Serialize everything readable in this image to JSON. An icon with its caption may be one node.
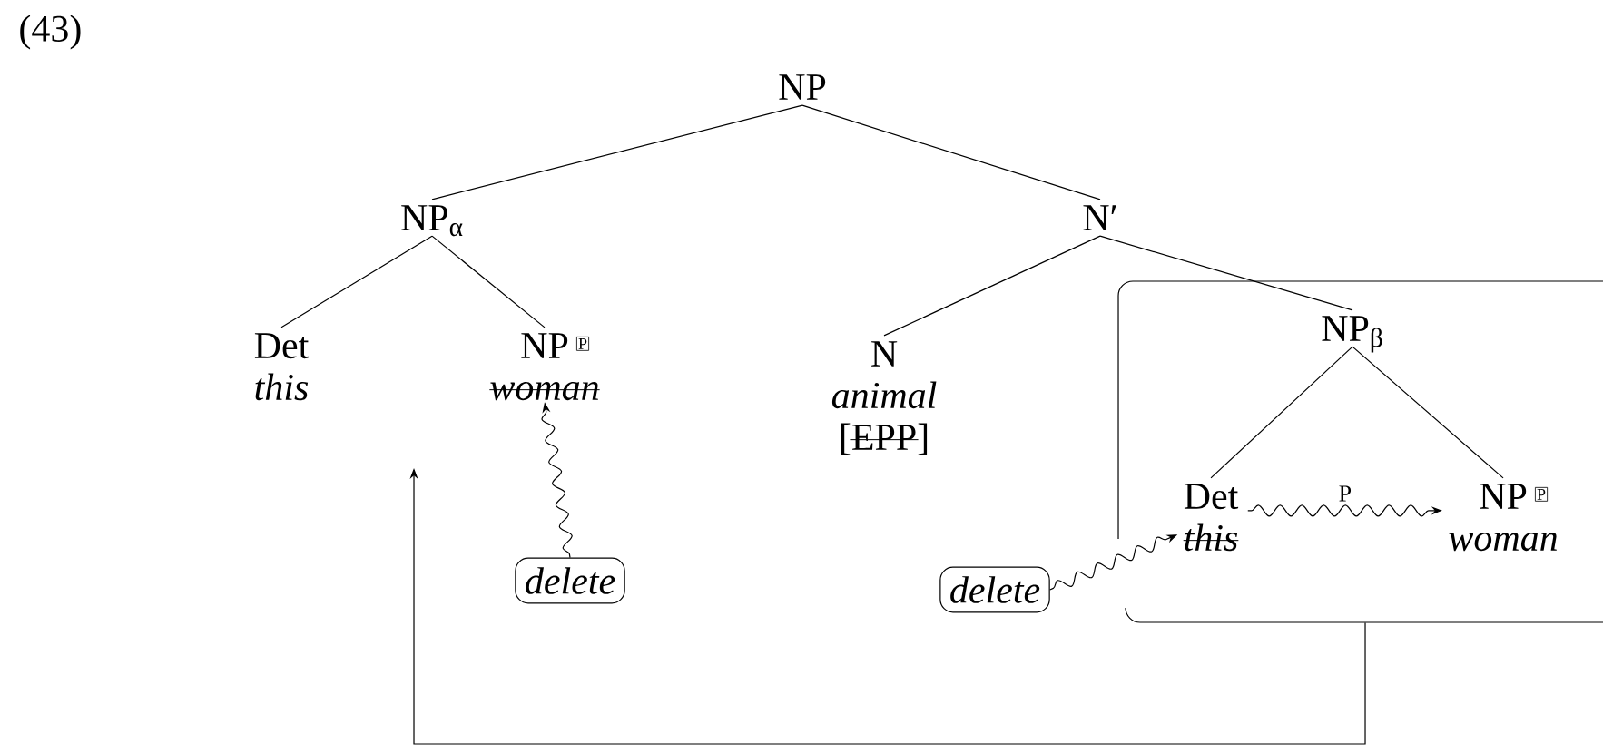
{
  "diagram": {
    "nodes": [
      {
        "text": [
          "NP"
        ]
      },
      {
        "text": [
          "NP$_{α}$"
        ]
      },
      {
        "text": [
          "N′"
        ]
      },
      {
        "text": [
          "Det",
          "this"
        ]
      },
      {
        "text": [
          "NP",
          "woman"
        ]
      },
      {
        "text": [
          "N",
          "animal",
          "[EPP]"
        ]
      },
      {
        "text": [],
        "shape": "box"
      },
      {
        "text": [
          "NP$_{β}$"
        ],
        "in": 6
      },
      {
        "text": [
          "Det",
          "this"
        ],
        "in": 6
      },
      {
        "text": [
          "NP",
          "woman"
        ],
        "in": 6
      },
      {
        "text": [
          "delete"
        ]
      },
      {
        "text": [
          "delete"
        ]
      }
    ],
    "edges": [
      {
        "from": 0,
        "to": 1,
        "arrow": "none"
      },
      {
        "from": 0,
        "to": 2,
        "arrow": "none"
      },
      {
        "from": 1,
        "to": 3,
        "arrow": "none"
      },
      {
        "from": 1,
        "to": 4,
        "arrow": "none"
      },
      {
        "from": 2,
        "to": 5,
        "arrow": "none"
      },
      {
        "from": 2,
        "to": 7,
        "arrow": "none"
      },
      {
        "from": 7,
        "to": 8,
        "arrow": "none"
      },
      {
        "from": 7,
        "to": 9,
        "arrow": "none"
      },
      {
        "from": 8,
        "to": 9,
        "arrow": "to",
        "label": "P"
      },
      {
        "from": 10,
        "to": 4,
        "arrow": "to"
      },
      {
        "from": 11,
        "to": 8,
        "arrow": "to"
      },
      {
        "from": 6,
        "to": null,
        "arrow": "to"
      }
    ],
    "labels": [
      "(43)",
      "P",
      "P"
    ]
  }
}
